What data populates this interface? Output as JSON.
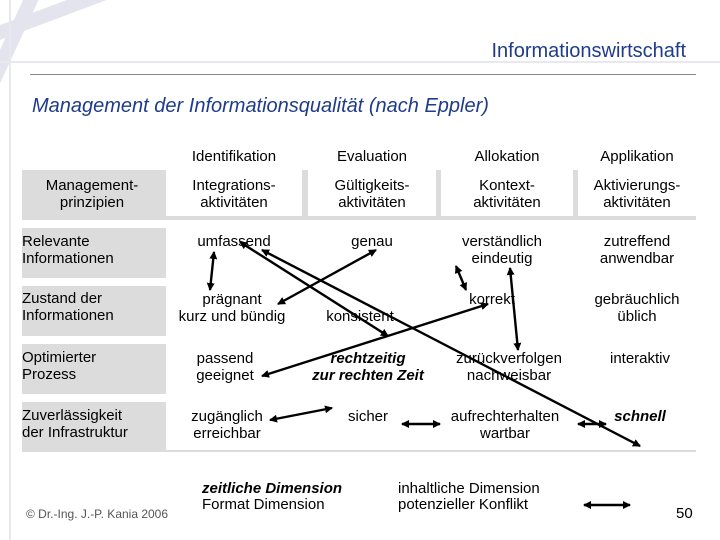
{
  "header": {
    "title": "Informationswirtschaft"
  },
  "slide": {
    "title": "Management der Informationsqualität (nach Eppler)"
  },
  "columns": [
    {
      "phase": "Identifikation",
      "activity": "Integrations-\naktivitäten"
    },
    {
      "phase": "Evaluation",
      "activity": "Gültigkeits-\naktivitäten"
    },
    {
      "phase": "Allokation",
      "activity": "Kontext-\naktivitäten"
    },
    {
      "phase": "Applikation",
      "activity": "Aktivierungs-\naktivitäten"
    }
  ],
  "corner_label": "Management-\nprinzipien",
  "rows": [
    {
      "label": "Relevante\nInformationen",
      "cells": [
        "umfassend",
        "genau",
        "verständlich\neindeutig",
        "zutreffend\nanwendbar"
      ]
    },
    {
      "label": "Zustand der\nInformationen",
      "cells": [
        "prägnant\nkurz und bündig",
        "konsistent",
        "korrekt",
        "gebräuchlich\nüblich"
      ]
    },
    {
      "label": "Optimierter\nProzess",
      "cells": [
        "passend\ngeeignet",
        "rechtzeitig\nzur rechten Zeit",
        "zurückverfolgen\nnachweisbar",
        "interaktiv"
      ]
    },
    {
      "label": "Zuverlässigkeit\nder Infrastruktur",
      "cells": [
        "zugänglich\nerreichbar",
        "sicher",
        "aufrechterhalten\nwartbar",
        "schnell"
      ]
    }
  ],
  "legend": {
    "time_dimension": "zeitliche Dimension",
    "format_dimension": "Format Dimension",
    "content_dimension": "inhaltliche Dimension",
    "conflict": "potenzieller Konflikt"
  },
  "footer": {
    "copyright": "© Dr.-Ing. J.-P. Kania 2006",
    "page_number": "50"
  },
  "colors": {
    "title_blue": "#1f3c8c",
    "band_gray": "#dcdcdc"
  }
}
